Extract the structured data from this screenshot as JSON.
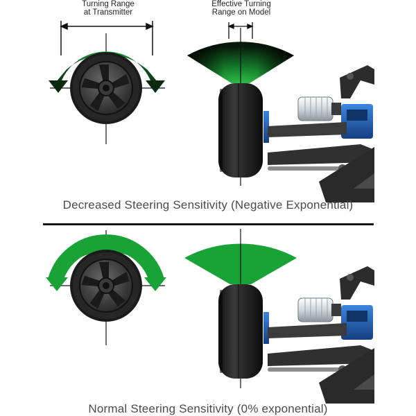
{
  "top_panel": {
    "label_turning_range": "Turning Range",
    "label_at_transmitter": "at Transmitter",
    "label_effective": "Effective Turning",
    "label_range_on_model": "Range on Model",
    "caption": "Decreased Steering Sensitivity (Negative Exponential)"
  },
  "bottom_panel": {
    "caption": "Normal Steering Sensitivity (0% exponential)"
  },
  "colors": {
    "green": "#19a337",
    "dark_green": "#0d3b16",
    "tire": "#1e1e1e",
    "chassis_blue": "#1d5fb4"
  }
}
